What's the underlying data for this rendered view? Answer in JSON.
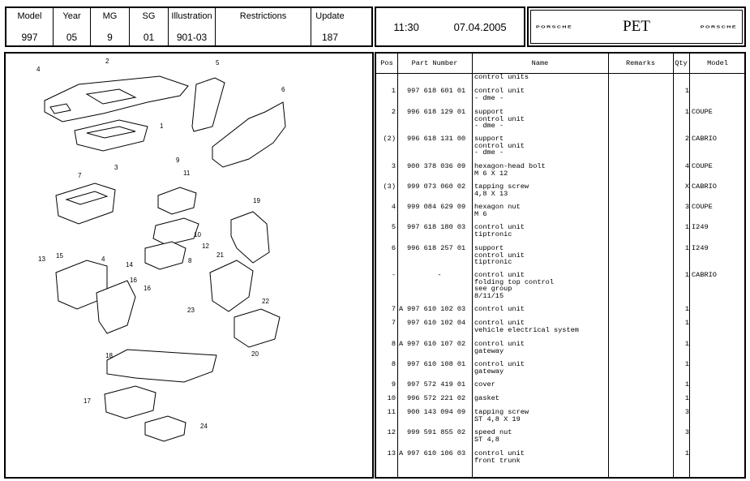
{
  "header": {
    "fields": [
      {
        "label": "Model",
        "value": "997"
      },
      {
        "label": "Year",
        "value": "05"
      },
      {
        "label": "MG",
        "value": "9"
      },
      {
        "label": "SG",
        "value": "01"
      },
      {
        "label": "Illustration",
        "value": "901-03"
      },
      {
        "label": "Restrictions",
        "value": ""
      },
      {
        "label": "Update",
        "value": "187"
      }
    ],
    "time": "11:30",
    "date": "07.04.2005",
    "brand_left": "PORSCHE",
    "app_title": "PET",
    "brand_right": "PORSCHE"
  },
  "illustration": {
    "callouts": [
      "1",
      "2",
      "3",
      "4",
      "5",
      "6",
      "7",
      "9",
      "10",
      "11",
      "12",
      "13",
      "15",
      "4",
      "14",
      "16",
      "16",
      "8",
      "19",
      "21",
      "22",
      "23",
      "20",
      "18",
      "17",
      "24"
    ]
  },
  "table": {
    "columns": [
      "Pos",
      "Part Number",
      "Name",
      "Remarks",
      "Qty",
      "Model"
    ],
    "rows": [
      {
        "pos": "",
        "mark": "",
        "part": "",
        "name": [
          "control units"
        ],
        "remarks": "",
        "qty": "",
        "model": ""
      },
      {
        "pos": "1",
        "mark": "",
        "part": "997 618 601 01",
        "name": [
          "control unit",
          "- dme -"
        ],
        "remarks": "",
        "qty": "1",
        "model": ""
      },
      {
        "pos": "2",
        "mark": "",
        "part": "996 618 129 01",
        "name": [
          "support",
          "control unit",
          "- dme -"
        ],
        "remarks": "",
        "qty": "1",
        "model": "COUPE"
      },
      {
        "pos": "(2)",
        "mark": "",
        "part": "996 618 131 00",
        "name": [
          "support",
          "control unit",
          "- dme -"
        ],
        "remarks": "",
        "qty": "2",
        "model": "CABRIO"
      },
      {
        "pos": "3",
        "mark": "",
        "part": "900 378 036 09",
        "name": [
          "hexagon-head bolt",
          "M 6 X 12"
        ],
        "remarks": "",
        "qty": "4",
        "model": "COUPE"
      },
      {
        "pos": "(3)",
        "mark": "",
        "part": "999 073 060 02",
        "name": [
          "tapping screw",
          "4,8 X 13"
        ],
        "remarks": "",
        "qty": "X",
        "model": "CABRIO"
      },
      {
        "pos": "4",
        "mark": "",
        "part": "999 084 629 09",
        "name": [
          "hexagon nut",
          "M 6"
        ],
        "remarks": "",
        "qty": "3",
        "model": "COUPE"
      },
      {
        "pos": "5",
        "mark": "",
        "part": "997 618 180 03",
        "name": [
          "control unit",
          "tiptronic"
        ],
        "remarks": "",
        "qty": "1",
        "model": "I249"
      },
      {
        "pos": "6",
        "mark": "",
        "part": "996 618 257 01",
        "name": [
          "support",
          "control unit",
          "tiptronic"
        ],
        "remarks": "",
        "qty": "1",
        "model": "I249"
      },
      {
        "pos": "-",
        "mark": "",
        "part": "-",
        "name": [
          "control unit",
          "folding top control",
          "see group",
          "8/11/15"
        ],
        "remarks": "",
        "qty": "1",
        "model": "CABRIO"
      },
      {
        "pos": "7",
        "mark": "A",
        "part": "997 610 102 03",
        "name": [
          "control unit"
        ],
        "remarks": "",
        "qty": "1",
        "model": ""
      },
      {
        "pos": "7",
        "mark": "",
        "part": "997 610 102 04",
        "name": [
          "control unit",
          "vehicle electrical system"
        ],
        "remarks": "",
        "qty": "1",
        "model": ""
      },
      {
        "pos": "8",
        "mark": "A",
        "part": "997 610 107 02",
        "name": [
          "control unit",
          "gateway"
        ],
        "remarks": "",
        "qty": "1",
        "model": ""
      },
      {
        "pos": "8",
        "mark": "",
        "part": "997 610 108 01",
        "name": [
          "control unit",
          "gateway"
        ],
        "remarks": "",
        "qty": "1",
        "model": ""
      },
      {
        "pos": "9",
        "mark": "",
        "part": "997 572 419 01",
        "name": [
          "cover"
        ],
        "remarks": "",
        "qty": "1",
        "model": ""
      },
      {
        "pos": "10",
        "mark": "",
        "part": "996 572 221 02",
        "name": [
          "gasket"
        ],
        "remarks": "",
        "qty": "1",
        "model": ""
      },
      {
        "pos": "11",
        "mark": "",
        "part": "900 143 094 09",
        "name": [
          "tapping screw",
          "ST 4,8 X 19"
        ],
        "remarks": "",
        "qty": "3",
        "model": ""
      },
      {
        "pos": "12",
        "mark": "",
        "part": "999 591 855 02",
        "name": [
          "speed nut",
          "ST 4,8"
        ],
        "remarks": "",
        "qty": "3",
        "model": ""
      },
      {
        "pos": "13",
        "mark": "A",
        "part": "997 610 106 03",
        "name": [
          "control unit",
          "front trunk"
        ],
        "remarks": "",
        "qty": "1",
        "model": ""
      }
    ]
  }
}
